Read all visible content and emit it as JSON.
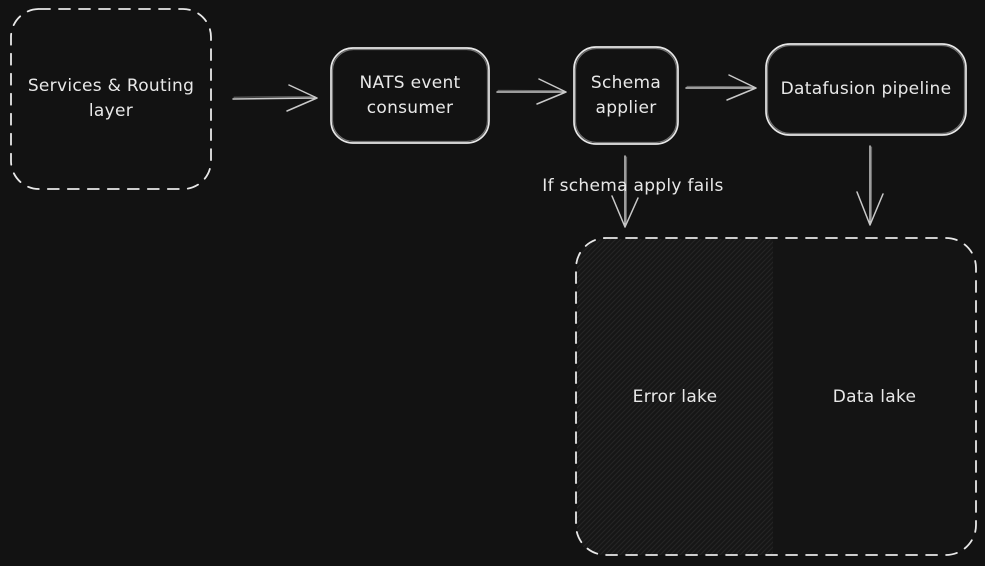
{
  "canvas": {
    "background": "#121212",
    "stroke_color": "#e8e8e8",
    "arrow_color": "#c9c9c9",
    "hatch_base": "#161616",
    "hatch_line": "#242424",
    "lakes_fill": "#141414"
  },
  "nodes": {
    "services_routing": {
      "label": "Services & Routing\nlayer",
      "style": "dashed"
    },
    "nats_consumer": {
      "label": "NATS event\nconsumer",
      "style": "solid"
    },
    "schema_applier": {
      "label": "Schema\napplier",
      "style": "solid"
    },
    "datafusion_pipeline": {
      "label": "Datafusion pipeline",
      "style": "solid"
    },
    "lakes_container": {
      "style": "dashed"
    },
    "error_lake": {
      "label": "Error lake",
      "fill": "diagonal-hatch"
    },
    "data_lake": {
      "label": "Data lake"
    }
  },
  "edges": {
    "services_to_nats": {
      "from": "services_routing",
      "to": "nats_consumer",
      "label": ""
    },
    "nats_to_schema": {
      "from": "nats_consumer",
      "to": "schema_applier",
      "label": ""
    },
    "schema_to_datafusion": {
      "from": "schema_applier",
      "to": "datafusion_pipeline",
      "label": ""
    },
    "schema_to_error_lake": {
      "from": "schema_applier",
      "to": "error_lake",
      "label": "If schema apply fails"
    },
    "datafusion_to_data_lake": {
      "from": "datafusion_pipeline",
      "to": "data_lake",
      "label": ""
    }
  }
}
